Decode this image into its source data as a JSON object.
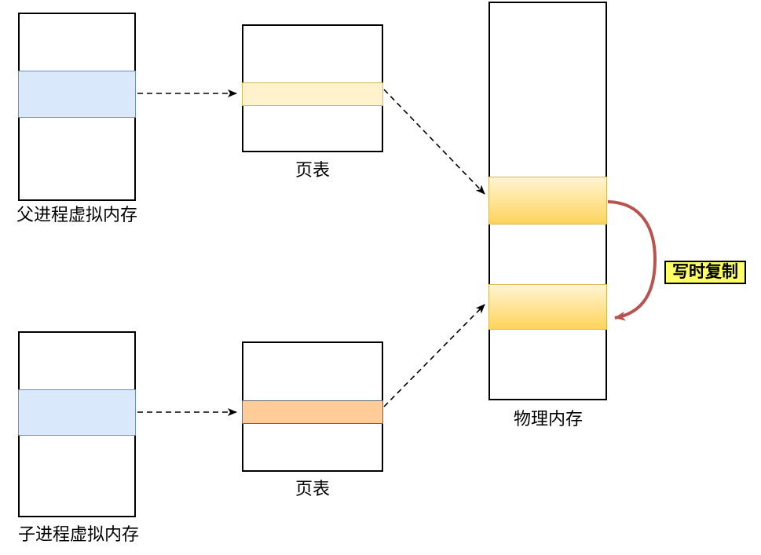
{
  "nodes": {
    "parent_vm": {
      "label": "父进程虚拟内存"
    },
    "parent_page_table": {
      "label": "页表"
    },
    "child_vm": {
      "label": "子进程虚拟内存"
    },
    "child_page_table": {
      "label": "页表"
    },
    "physical_memory": {
      "label": "物理内存"
    },
    "cow_badge": {
      "label": "写时复制"
    }
  },
  "colors": {
    "box_border": "#000000",
    "vm_page_fill": "#DAE8FC",
    "vm_page_border": "#6C8EBF",
    "pte_parent_fill": "#FFF2CC",
    "pte_parent_border": "#D6B656",
    "pte_child_fill": "#FFCC99",
    "pte_child_border": "#666666",
    "phys_fill_top": "#FFF4D3",
    "phys_fill_bottom": "#FFD45C",
    "phys_border": "#D6B656",
    "cow_arrow": "#B85450",
    "cow_badge_fill": "#FFFF66"
  }
}
